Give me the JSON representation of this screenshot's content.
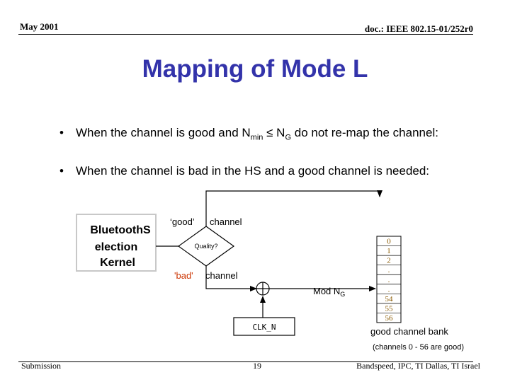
{
  "header": {
    "date": "May 2001",
    "doc": "doc.: IEEE 802.15-01/252r0"
  },
  "title": "Mapping of Mode L",
  "bullets": [
    {
      "marker": "•",
      "pre": "When the channel is good and N",
      "sub1": "min",
      "mid": " ≤ N",
      "sub2": "G",
      "post": " do not re-map the channel:"
    },
    {
      "marker": "•",
      "text": "When the channel is bad in the HS and a good channel is needed:"
    }
  ],
  "diagram": {
    "kernel_lines": [
      "BluetoothS",
      "election",
      "Kernel"
    ],
    "good_label": "‘good’",
    "bad_label": "'bad'",
    "channel_word": "channel",
    "quality_label": "Quality?",
    "plus_symbol": "+",
    "mod_prefix": "Mod N",
    "mod_sub": "G",
    "clk_label": "CLK_N",
    "bank_entries": [
      "0",
      "1",
      "2",
      ".",
      ".",
      ".",
      "54",
      "55",
      "56"
    ],
    "bank_caption": "good channel bank",
    "bank_note": "(channels 0 - 56 are good)",
    "colors": {
      "bad": "#cc3300",
      "title": "#3333aa",
      "box_border": "#c8c8c8",
      "bank_text": "#8a5a00"
    }
  },
  "footer": {
    "left": "Submission",
    "page": "19",
    "right": "Bandspeed, IPC, TI Dallas, TI Israel"
  }
}
